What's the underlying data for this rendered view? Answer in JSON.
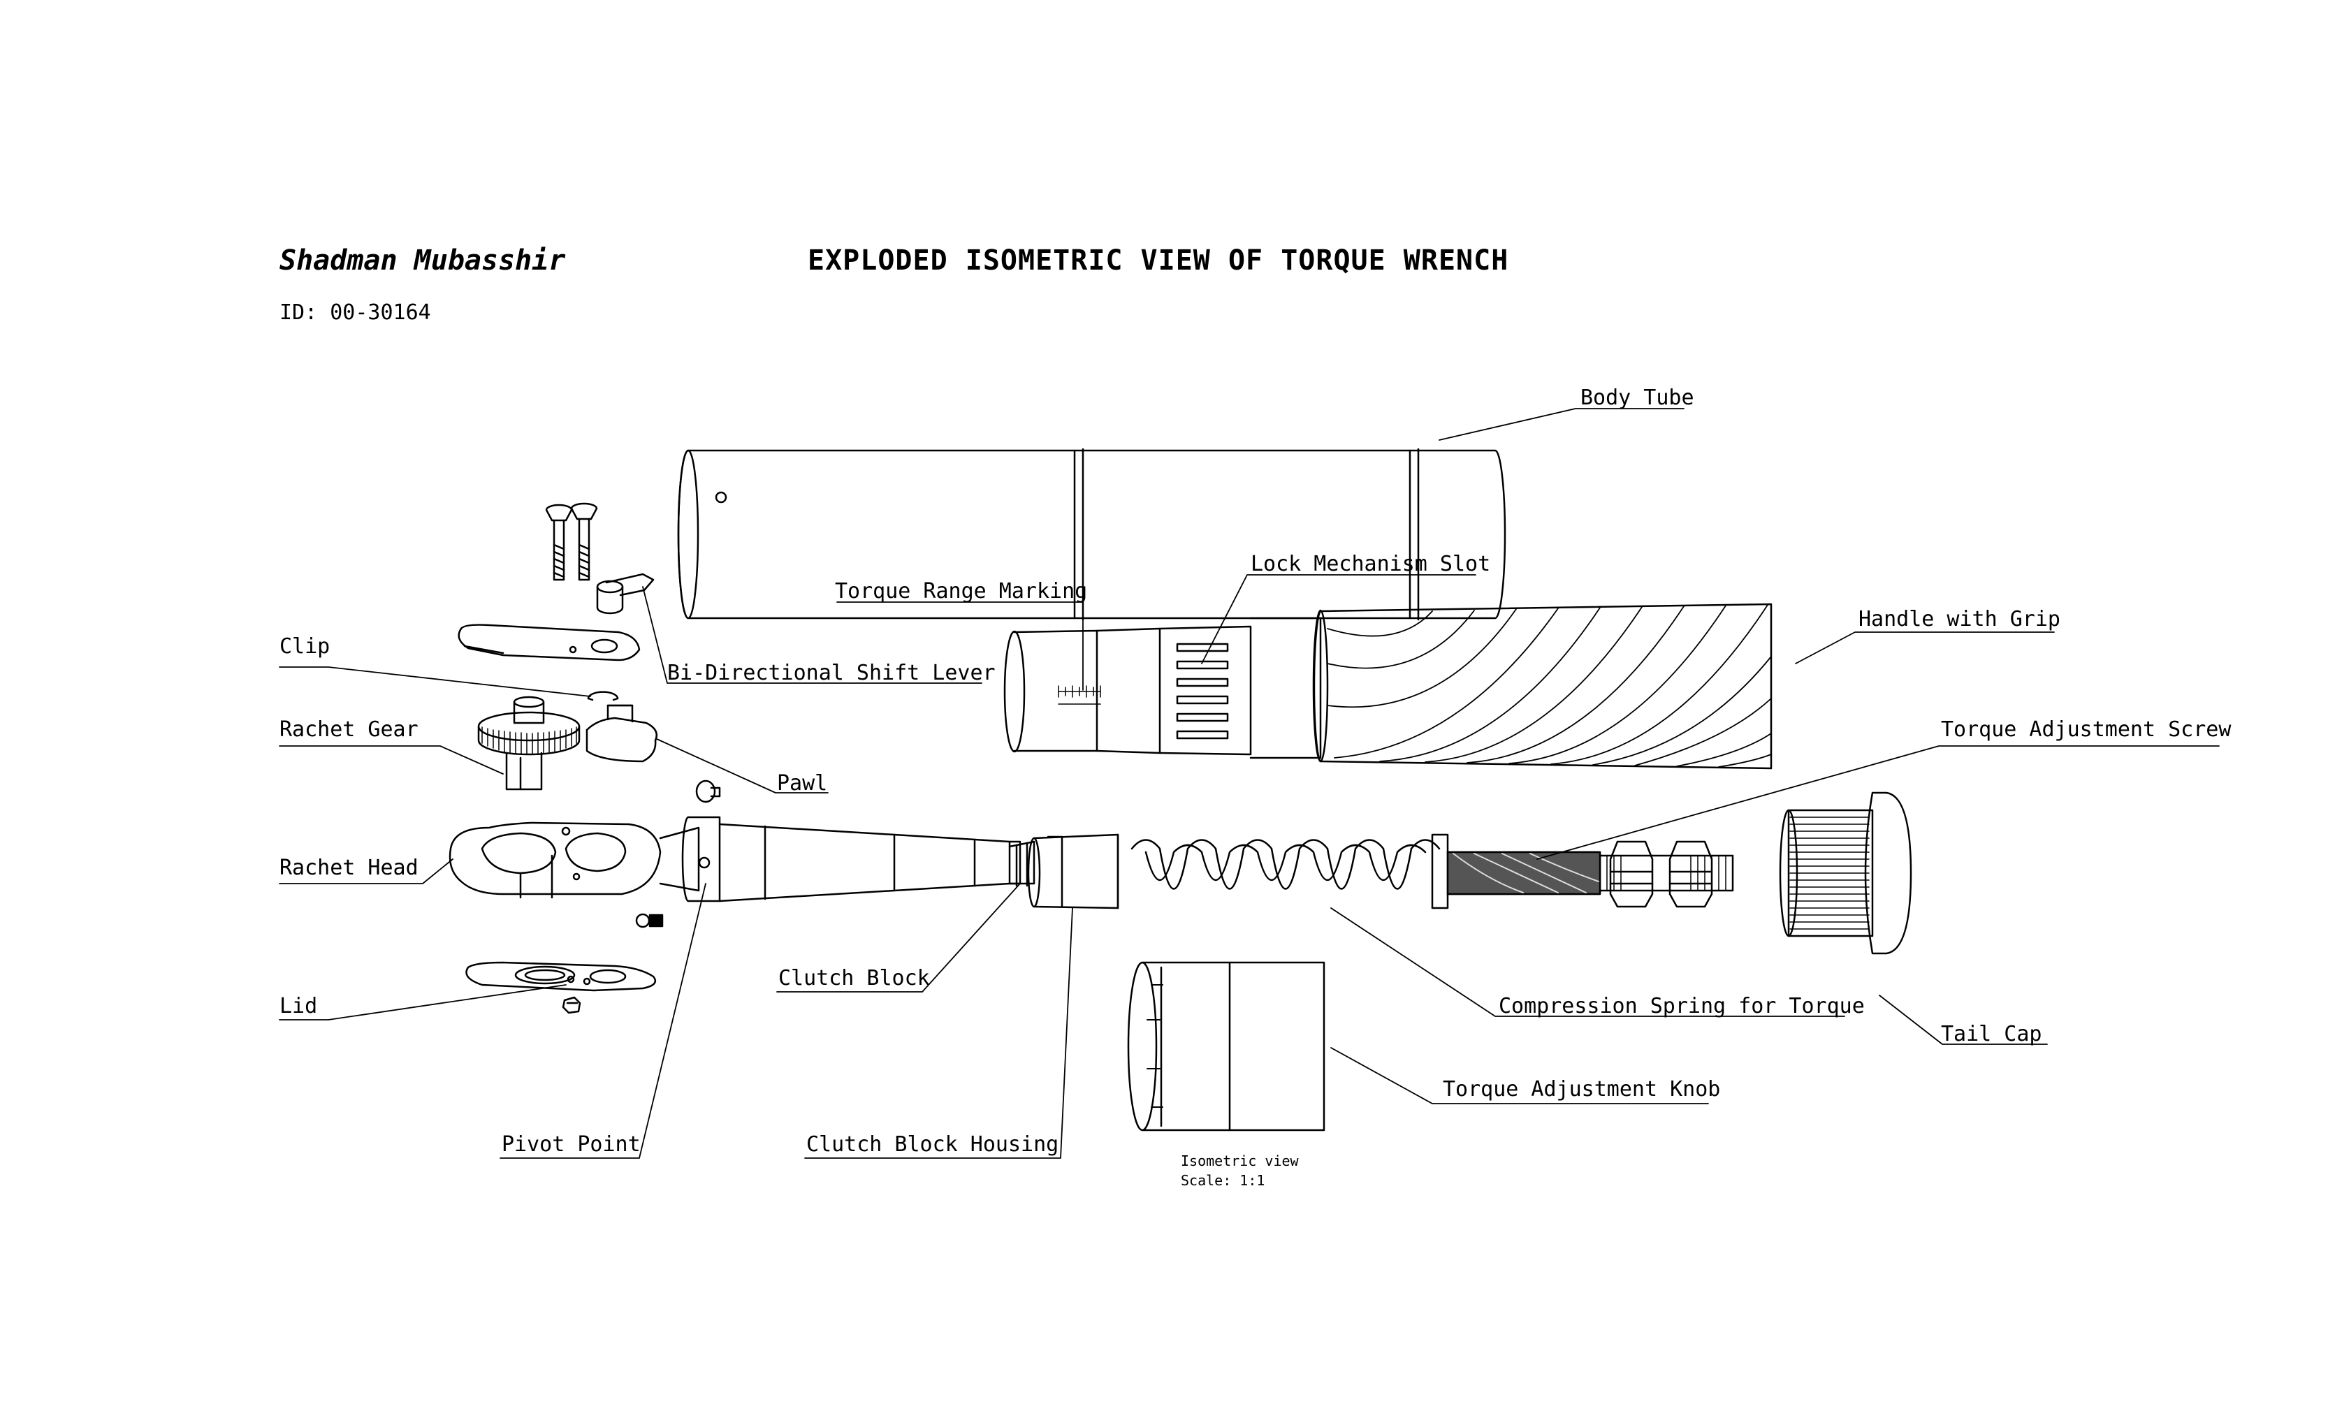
{
  "header": {
    "author": "Shadman Mubasshir",
    "title": "EXPLODED ISOMETRIC VIEW OF TORQUE WRENCH",
    "id_line": "ID: 00-30164"
  },
  "labels": {
    "body_tube": "Body Tube",
    "lock_mechanism_slot": "Lock Mechanism Slot",
    "torque_range_marking": "Torque Range Marking",
    "handle_with_grip": "Handle with Grip",
    "clip": "Clip",
    "bi_directional_shift_lever": "Bi-Directional Shift Lever",
    "rachet_gear": "Rachet Gear",
    "pawl": "Pawl",
    "torque_adjustment_screw": "Torque Adjustment Screw",
    "rachet_head": "Rachet Head",
    "clutch_block": "Clutch Block",
    "compression_spring": "Compression Spring for Torque",
    "tail_cap": "Tail Cap",
    "lid": "Lid",
    "torque_adjustment_knob": "Torque Adjustment Knob",
    "pivot_point": "Pivot Point",
    "clutch_block_housing": "Clutch Block Housing"
  },
  "view_note": {
    "line1": "Isometric view",
    "line2": "Scale:  1:1"
  }
}
